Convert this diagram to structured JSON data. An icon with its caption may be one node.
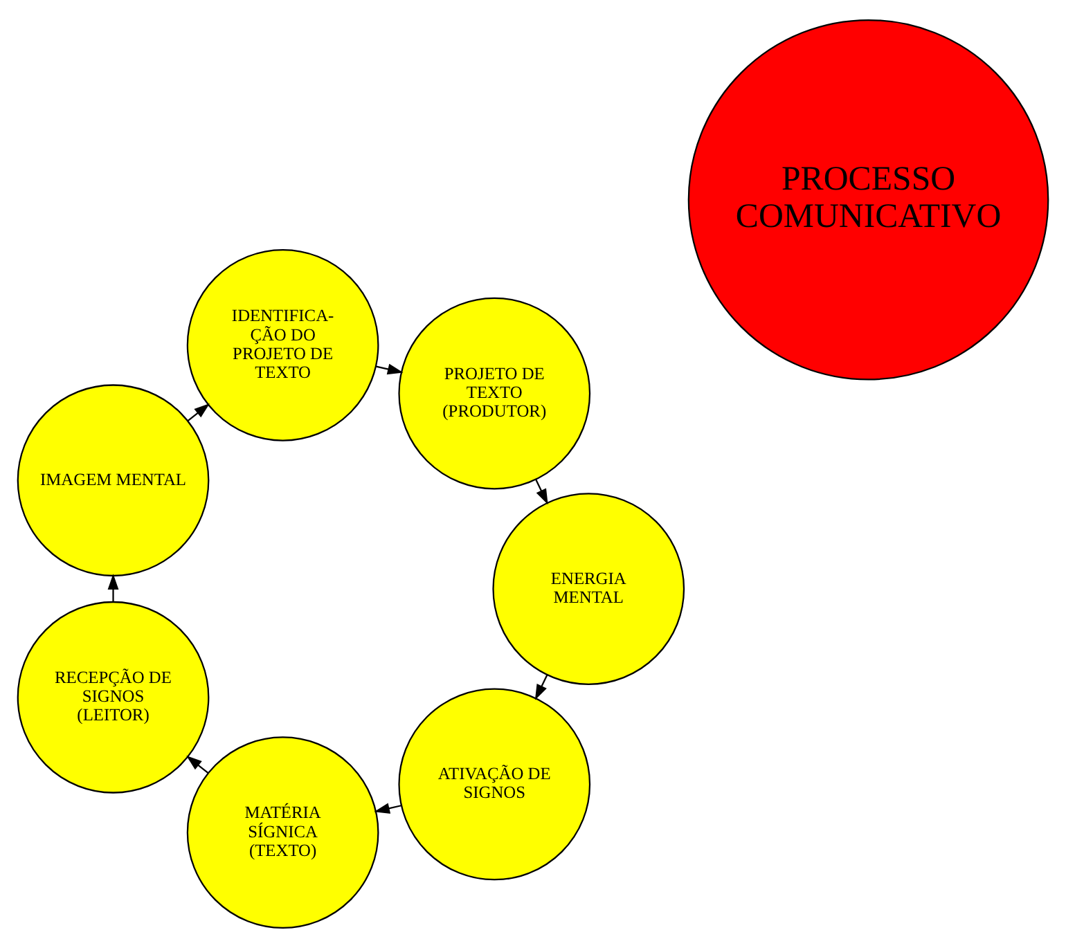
{
  "diagram": {
    "nodes": [
      {
        "text": [
          "PROCESSO COMUNICATIVO"
        ]
      },
      {
        "text": [
          "ATIVAÇÃO DE SIGNOS"
        ]
      },
      {
        "text": [
          "MATÉRIA SÍGNICA (TEXTO)"
        ]
      },
      {
        "text": [
          "RECEPÇÃO DE SIGNOS (LEITOR)"
        ]
      },
      {
        "text": [
          "IMAGEM MENTAL"
        ]
      },
      {
        "text": [
          "IDENTIFICA- ÇÃO DO PROJETO DE TEXTO"
        ]
      },
      {
        "text": [
          "PROJETO DE TEXTO (PRODUTOR)"
        ]
      },
      {
        "text": [
          "ENERGIA MENTAL"
        ]
      }
    ],
    "edges": [
      {
        "from": 1,
        "to": 2,
        "arrow": "to"
      },
      {
        "from": 2,
        "to": 3,
        "arrow": "to"
      },
      {
        "from": 3,
        "to": 4,
        "arrow": "to"
      },
      {
        "from": 4,
        "to": 5,
        "arrow": "to"
      },
      {
        "from": 5,
        "to": 6,
        "arrow": "to"
      },
      {
        "from": 6,
        "to": 7,
        "arrow": "to"
      },
      {
        "from": 7,
        "to": 1,
        "arrow": "to"
      }
    ]
  }
}
